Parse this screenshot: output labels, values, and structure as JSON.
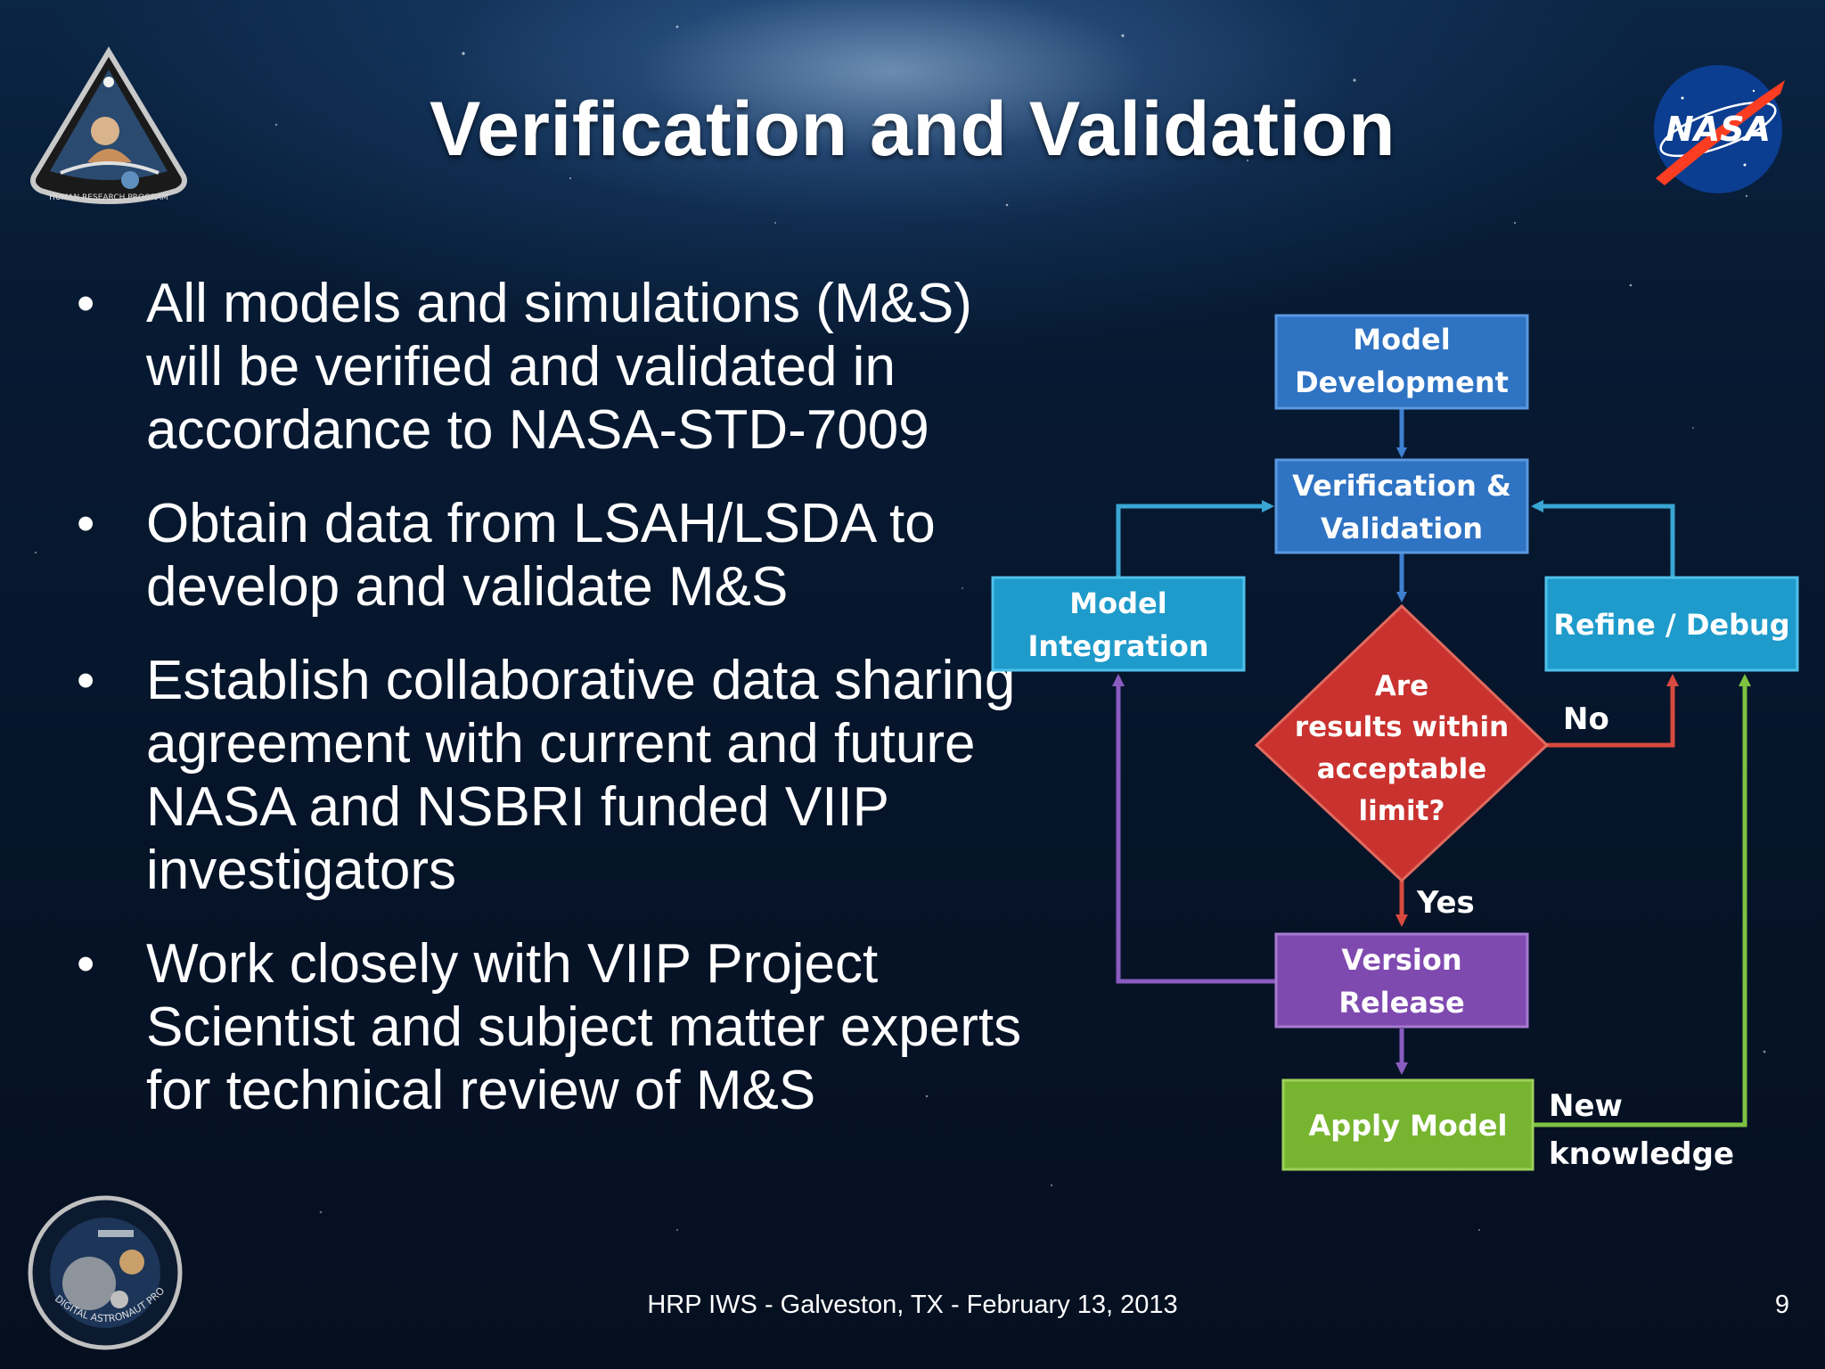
{
  "slide": {
    "title": "Verification and Validation",
    "bullets": [
      {
        "text": "All models and simulations (M&S) will be verified and validated in accordance to NASA-STD-7009"
      },
      {
        "text": "Obtain data from LSAH/LSDA to develop and validate M&S"
      },
      {
        "text": "Establish collaborative data sharing agreement with current and future NASA and NSBRI funded VIIP investigators"
      },
      {
        "text": "Work closely with VIIP Project Scientist and subject matter experts for technical review of M&S"
      }
    ],
    "bullet_symbol": "•",
    "footer": "HRP IWS - Galveston, TX - February 13, 2013",
    "page_number": "9"
  },
  "logos": {
    "hrp_patch_text": "HUMAN RESEARCH PROGRAM",
    "nasa_text": "NASA",
    "dap_patch_text": "DIGITAL ASTRONAUT PROJECT"
  },
  "flowchart": {
    "nodes": {
      "model_development": [
        "Model",
        "Development"
      ],
      "verification": [
        "Verification &",
        "Validation"
      ],
      "model_integration": [
        "Model",
        "Integration"
      ],
      "refine_debug": [
        "Refine / Debug"
      ],
      "decision": [
        "Are",
        "results within",
        "acceptable",
        "limit?"
      ],
      "version_release": [
        "Version",
        "Release"
      ],
      "apply_model": [
        "Apply Model"
      ]
    },
    "edge_labels": {
      "no": "No",
      "yes": "Yes",
      "new_knowledge": [
        "New",
        "knowledge"
      ]
    },
    "colors": {
      "blue_box": "#2f73c3",
      "cyan_box": "#1e9bcb",
      "decision": "#c9322f",
      "purple_box": "#7f4ab0",
      "green_box": "#77b531",
      "cyan_line": "#3aa6d3",
      "blue_line": "#3e7fd0",
      "red_line": "#d84a3e",
      "purple_line": "#8a5cc0",
      "green_line": "#7dc242"
    }
  }
}
